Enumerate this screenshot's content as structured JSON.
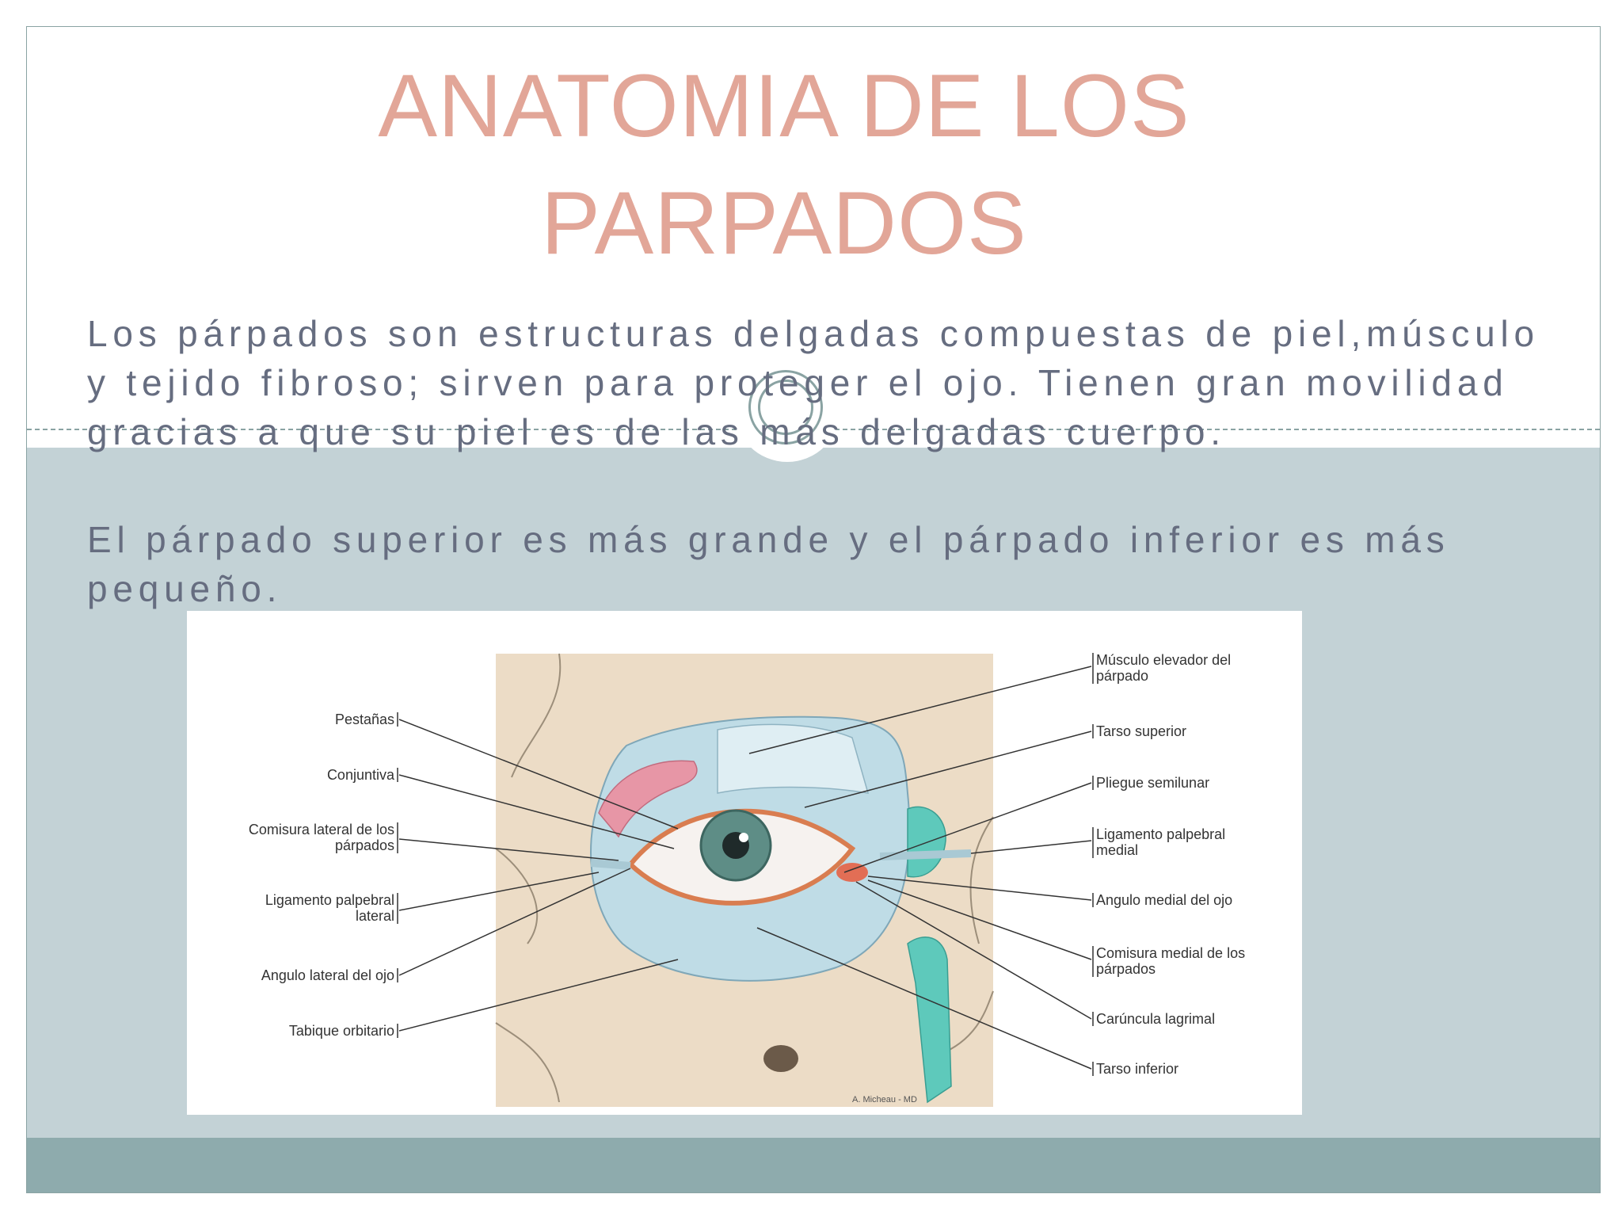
{
  "slide": {
    "title_line1": "ANATOMIA DE LOS",
    "title_line2": "PARPADOS",
    "paragraph1": "Los párpados son estructuras delgadas compuestas de piel,músculo y tejido fibroso; sirven para proteger el ojo. Tienen gran movilidad gracias a que su piel es de las más delgadas cuerpo.",
    "paragraph2": "El párpado superior es más grande y el párpado inferior es más pequeño."
  },
  "figure": {
    "labels_left": [
      {
        "line1": "Pestañas",
        "line2": ""
      },
      {
        "line1": "Conjuntiva",
        "line2": ""
      },
      {
        "line1": "Comisura lateral de los",
        "line2": "párpados"
      },
      {
        "line1": "Ligamento palpebral",
        "line2": "lateral"
      },
      {
        "line1": "Angulo lateral del ojo",
        "line2": ""
      },
      {
        "line1": "Tabique orbitario",
        "line2": ""
      }
    ],
    "labels_right": [
      {
        "line1": "Músculo elevador del",
        "line2": "párpado"
      },
      {
        "line1": "Tarso superior",
        "line2": ""
      },
      {
        "line1": "Pliegue semilunar",
        "line2": ""
      },
      {
        "line1": "Ligamento palpebral",
        "line2": "medial"
      },
      {
        "line1": "Angulo medial del ojo",
        "line2": ""
      },
      {
        "line1": "Comisura medial de los",
        "line2": "párpados"
      },
      {
        "line1": "Carúncula lagrimal",
        "line2": ""
      },
      {
        "line1": "Tarso inferior",
        "line2": ""
      }
    ],
    "credit": "A. Micheau - MD"
  },
  "colors": {
    "title": "#e2a698",
    "body_text": "#666d80",
    "band": "#c3d2d6",
    "footer": "#8eabad",
    "border": "#8aa3a3"
  }
}
